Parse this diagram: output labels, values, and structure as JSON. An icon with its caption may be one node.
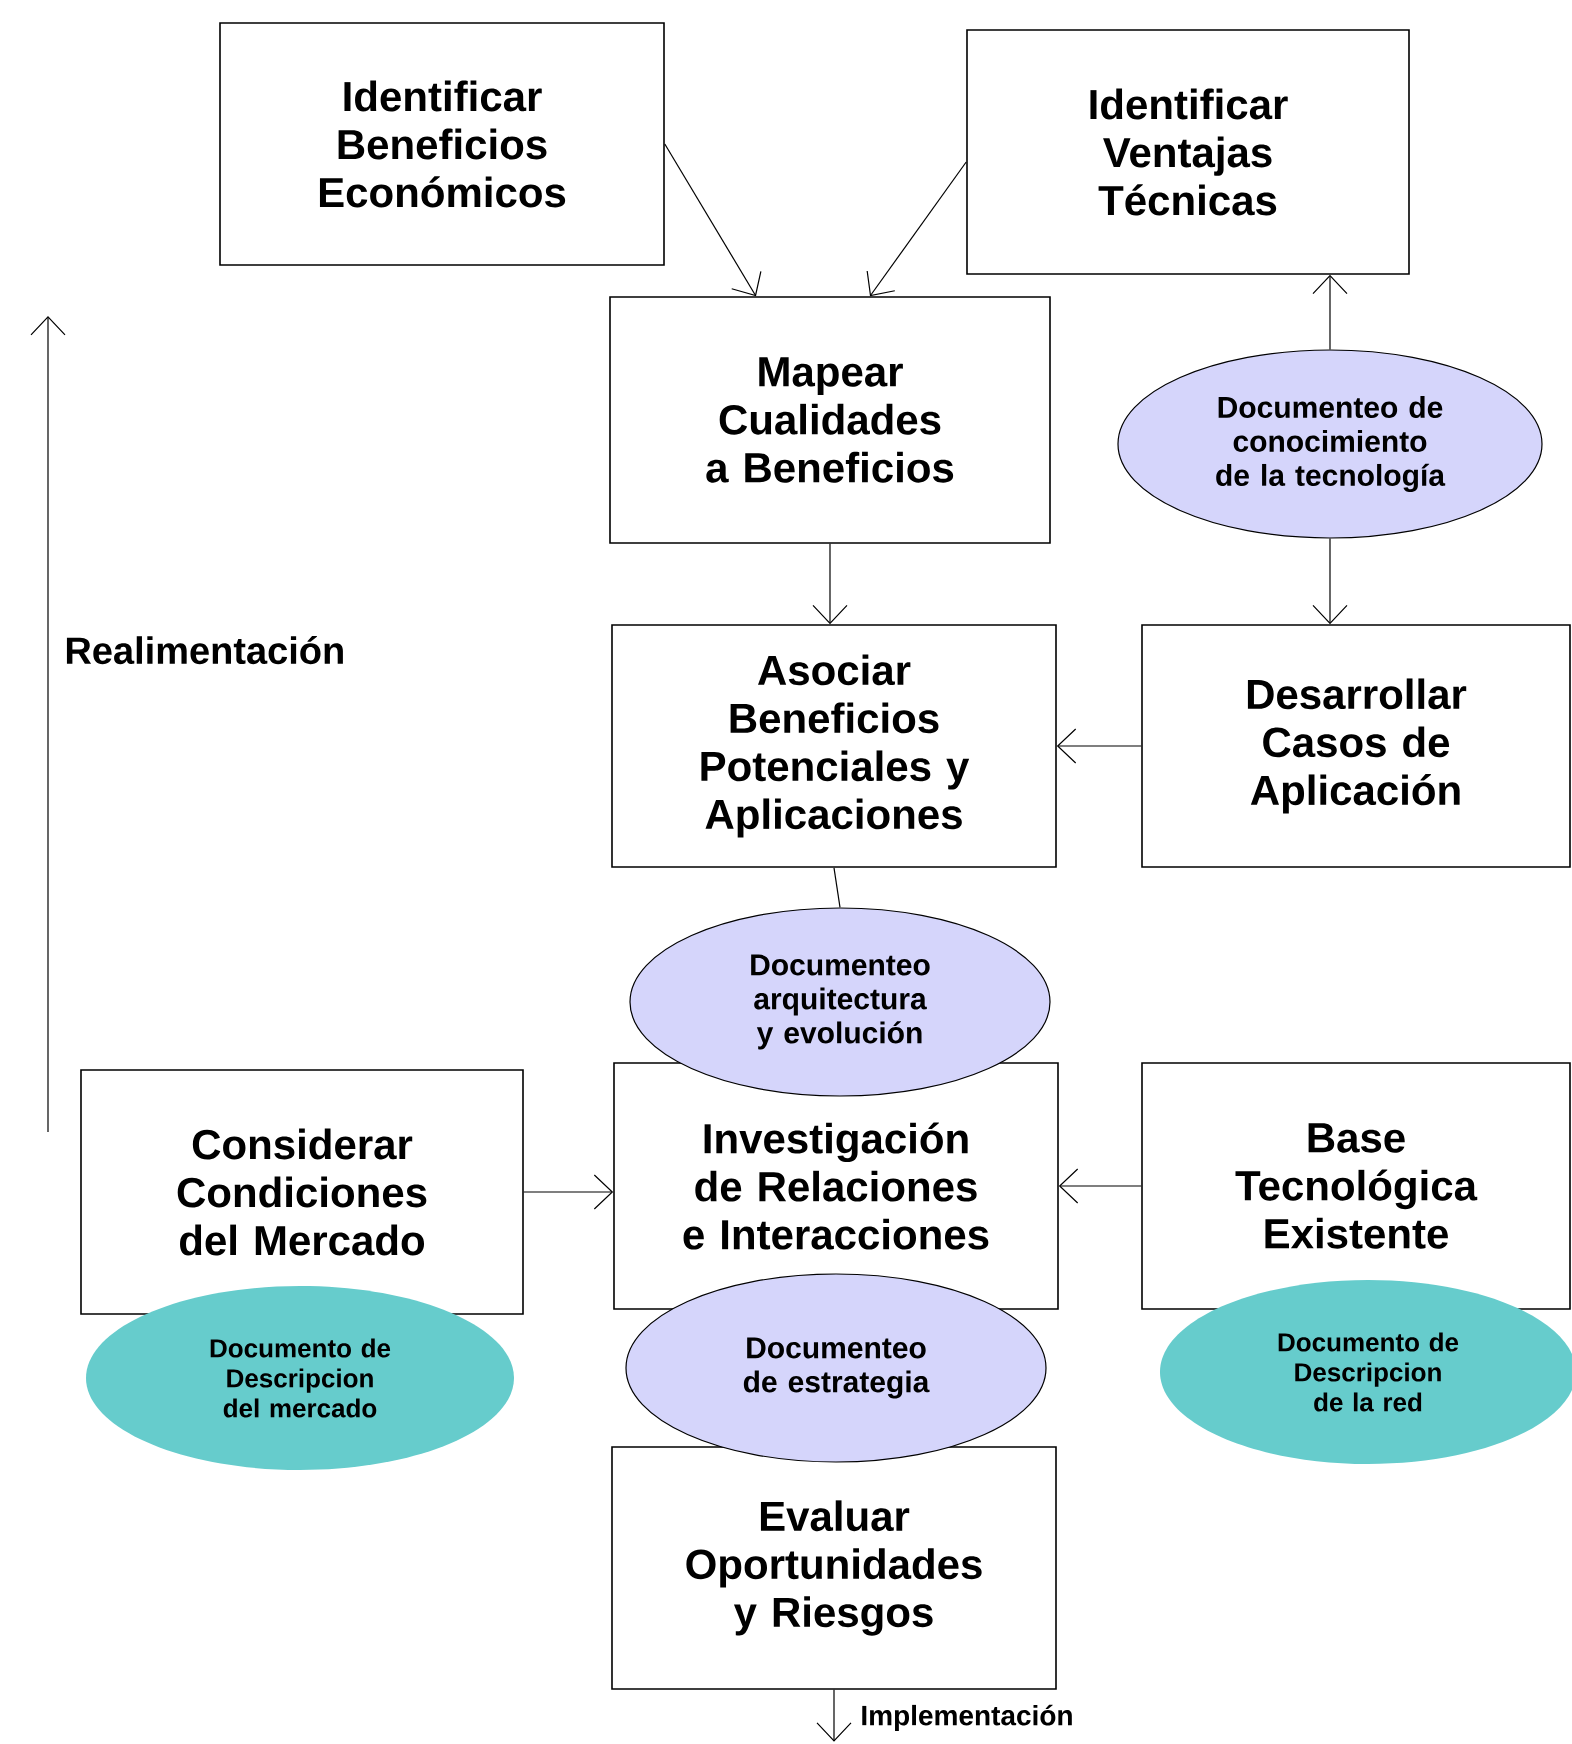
{
  "diagram": {
    "nodes": [
      {
        "text": [
          "Identificar Beneficios Económicos"
        ]
      },
      {
        "text": [
          "Identificar Ventajas Técnicas"
        ]
      },
      {
        "text": [
          "Mapear Cualidades a Beneficios"
        ]
      },
      {
        "text": [
          "Documenteo de conocimiento de la tecnología"
        ]
      },
      {
        "text": [
          "Asociar Beneficios Potenciales y Aplicaciones"
        ]
      },
      {
        "text": [
          "Desarrollar Casos de Aplicación"
        ]
      },
      {
        "text": [
          "Documenteo arquitectura y evolución"
        ]
      },
      {
        "text": [
          "Considerar Condiciones del Mercado"
        ]
      },
      {
        "text": [
          "Investigación de Relaciones e Interacciones"
        ]
      },
      {
        "text": [
          "Base Tecnológica Existente"
        ]
      },
      {
        "text": [
          "Documento de Descripcion del mercado"
        ]
      },
      {
        "text": [
          "Documenteo de estrategia"
        ]
      },
      {
        "text": [
          "Documento de Descripcion de la red"
        ]
      },
      {
        "text": [
          "Evaluar Oportunidades y Riesgos"
        ]
      }
    ],
    "edges": [
      {
        "from": 0,
        "to": 2,
        "arrow": "to"
      },
      {
        "from": 1,
        "to": 2,
        "arrow": "to"
      },
      {
        "from": 3,
        "to": 1,
        "arrow": "to"
      },
      {
        "from": 2,
        "to": 4,
        "arrow": "to"
      },
      {
        "from": 3,
        "to": 5,
        "arrow": "to"
      },
      {
        "from": 5,
        "to": 4,
        "arrow": "to"
      },
      {
        "from": 4,
        "to": 6,
        "arrow": "none"
      },
      {
        "from": 7,
        "to": 8,
        "arrow": "to"
      },
      {
        "from": 9,
        "to": 8,
        "arrow": "to"
      },
      {
        "from": 13,
        "to": null,
        "arrow": "to",
        "label": "Implementación"
      }
    ],
    "labels": [
      "Realimentación"
    ]
  }
}
